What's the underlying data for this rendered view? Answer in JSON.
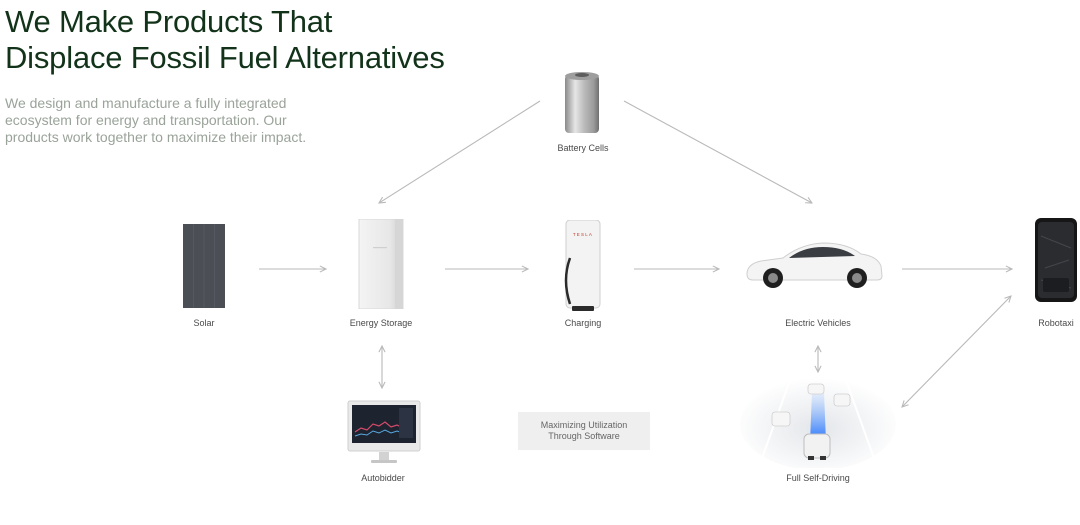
{
  "heading": {
    "line1": "We Make Products That",
    "line2": "Displace Fossil Fuel Alternatives"
  },
  "description": {
    "line1": "We design and manufacture a fully integrated",
    "line2": "ecosystem for energy and transportation. Our",
    "line3": "products work together to maximize their impact."
  },
  "nodes": {
    "battery_cells": "Battery Cells",
    "solar": "Solar",
    "energy_storage": "Energy Storage",
    "charging": "Charging",
    "electric_vehicles": "Electric Vehicles",
    "robotaxi": "Robotaxi",
    "autobidder": "Autobidder",
    "full_self_driving": "Full Self-Driving"
  },
  "callout": {
    "line1": "Maximizing Utilization",
    "line2": "Through Software"
  },
  "charger_brand": "TESLA",
  "colors": {
    "heading": "#123319",
    "description": "#9aa39a",
    "arrow": "#b9b9b9",
    "callout_bg": "#efefef"
  }
}
